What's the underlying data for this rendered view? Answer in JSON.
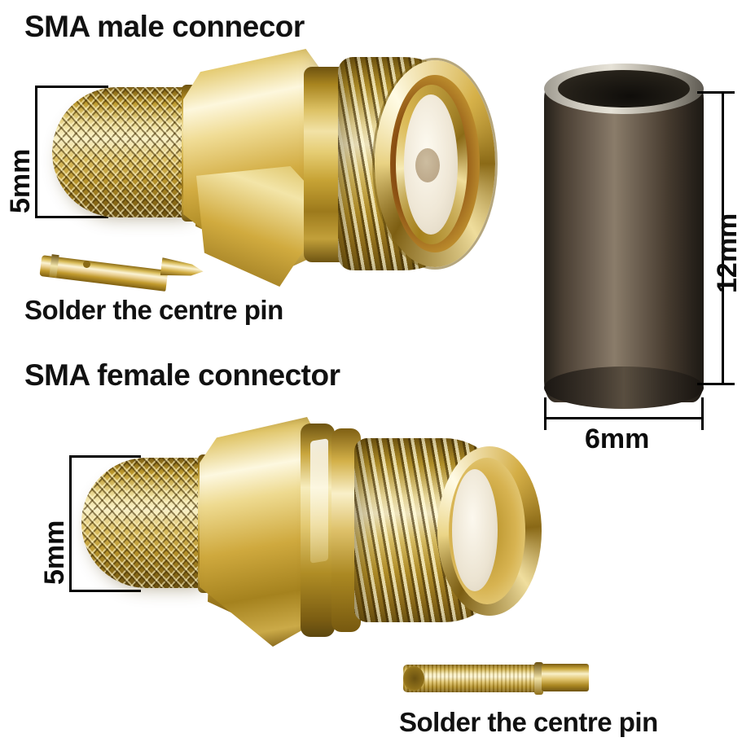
{
  "page": {
    "background_color": "#ffffff",
    "subject": "SMA connector kit exploded product diagram"
  },
  "sections": {
    "male": {
      "title": "SMA male connecor",
      "dimension_label": "5mm",
      "pin_caption": "Solder the centre pin"
    },
    "female": {
      "title": "SMA female connector",
      "dimension_label": "5mm",
      "pin_caption": "Solder the centre pin"
    },
    "ferrule": {
      "length_label": "12mm",
      "diameter_label": "6mm"
    }
  },
  "colors": {
    "gold_light": "#f2e2a6",
    "gold_mid": "#c7a335",
    "gold_dark": "#6d5210",
    "ferrule_body": "#3d332a",
    "ferrule_rim": "#b8b5ac",
    "ferrule_bore": "#211e18",
    "dielectric_white": "#e8e0d0",
    "line_black": "#000000",
    "text_black": "#111111"
  },
  "parts": [
    {
      "name": "SMA male connector body",
      "feature": "hex nut with knurled crimp sleeve and threaded barrel"
    },
    {
      "name": "male centre pin",
      "feature": "tapered solder pin"
    },
    {
      "name": "crimp ferrule sleeve",
      "feature": "dark metal tube"
    },
    {
      "name": "SMA female connector body",
      "feature": "hex nut with knurled crimp sleeve and external threads"
    },
    {
      "name": "female centre socket",
      "feature": "hollow solder socket tube"
    }
  ]
}
